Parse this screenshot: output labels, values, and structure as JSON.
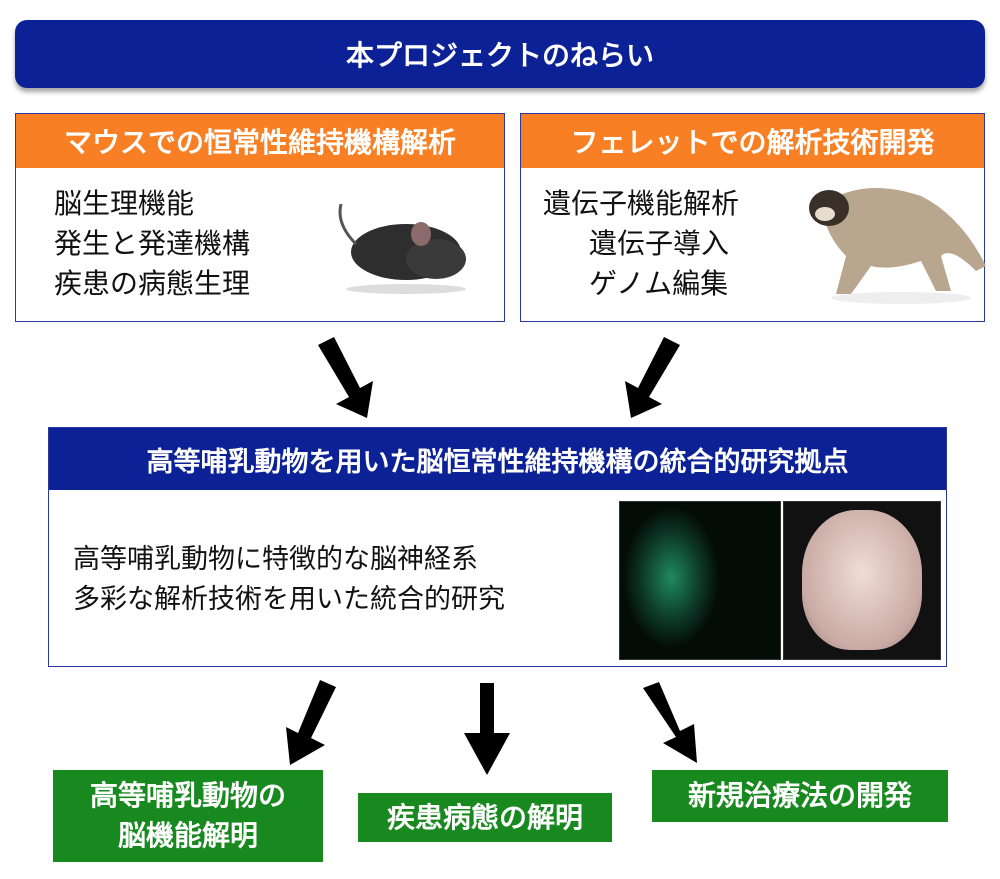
{
  "title": "本プロジェクトのねらい",
  "mouse_box": {
    "heading": "マウスでの恒常性維持機構解析",
    "items": [
      "脳生理機能",
      "発生と発達機構",
      "疾患の病態生理"
    ]
  },
  "ferret_box": {
    "heading": "フェレットでの解析技術開発",
    "items": [
      "遺伝子機能解析",
      "遺伝子導入",
      "ゲノム編集"
    ]
  },
  "center_box": {
    "heading": "高等哺乳動物を用いた脳恒常性維持機構の統合的研究拠点",
    "items": [
      "高等哺乳動物に特徴的な脳神経系",
      "多彩な解析技術を用いた統合的研究"
    ]
  },
  "outcomes": [
    "高等哺乳動物の",
    "脳機能解明",
    "疾患病態の解明",
    "新規治療法の開発"
  ],
  "colors": {
    "navy": "#0c2196",
    "orange": "#f97f24",
    "green": "#18891f"
  }
}
